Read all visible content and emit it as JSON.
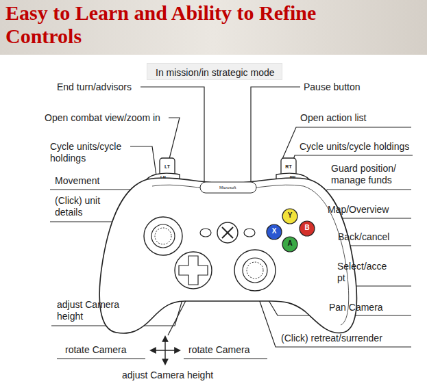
{
  "diagram": {
    "title": "Easy to Learn and Ability to Refine Controls",
    "nodes": [
      {
        "text": [
          "In mission/in strategic mode"
        ]
      }
    ],
    "labels": [
      "End turn/advisors",
      "Pause button",
      "Open combat view/zoom in",
      "Open action list",
      "Cycle units/cycle holdings",
      "Cycle units/cycle holdings",
      "Guard position/ manage funds",
      "Movement",
      "Map/Overview",
      "(Click) unit details",
      "Back/cancel",
      "Select/acce pt",
      "adjust Camera height",
      "Pan Camera",
      "(Click) retreat/surrender",
      "rotate Camera",
      "rotate Camera",
      "adjust Camera height",
      "LT",
      "LB",
      "RT",
      "RB",
      "Y",
      "X",
      "B",
      "A",
      "Microsoft"
    ]
  }
}
